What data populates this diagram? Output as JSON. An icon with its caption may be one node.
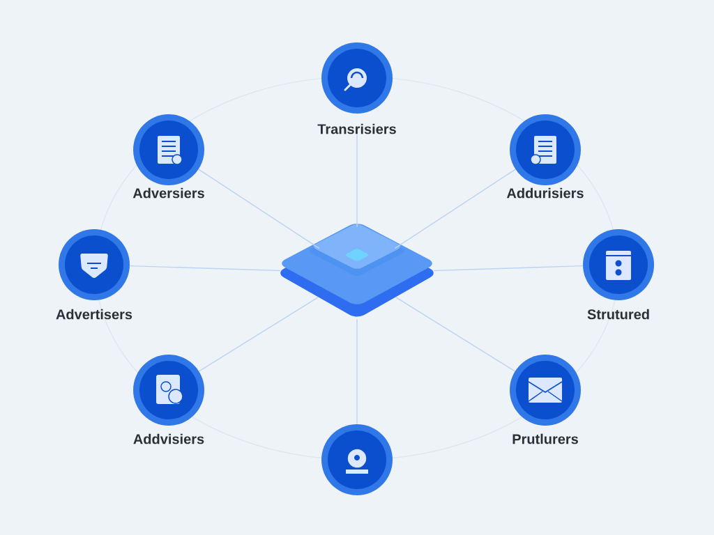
{
  "diagram": {
    "nodes": [
      {
        "text": [],
        "shape": "picture"
      },
      {
        "text": [
          "Transrisiers"
        ]
      },
      {
        "text": [
          "Adversiers"
        ]
      },
      {
        "text": [
          "Addurisiers"
        ]
      },
      {
        "text": [
          "Advertisers"
        ]
      },
      {
        "text": [
          "Strutured"
        ]
      },
      {
        "text": [
          "Addvisiers"
        ]
      },
      {
        "text": [
          "Prutlurers"
        ]
      },
      {
        "text": [],
        "shape": "circle"
      }
    ],
    "edges": [
      {
        "from": 0,
        "to": 1,
        "arrow": "none"
      },
      {
        "from": 0,
        "to": 2,
        "arrow": "none"
      },
      {
        "from": 0,
        "to": 3,
        "arrow": "none"
      },
      {
        "from": 0,
        "to": 4,
        "arrow": "none"
      },
      {
        "from": 0,
        "to": 5,
        "arrow": "none"
      },
      {
        "from": 0,
        "to": 6,
        "arrow": "none"
      },
      {
        "from": 0,
        "to": 7,
        "arrow": "none"
      },
      {
        "from": 0,
        "to": 8,
        "arrow": "none"
      }
    ]
  }
}
